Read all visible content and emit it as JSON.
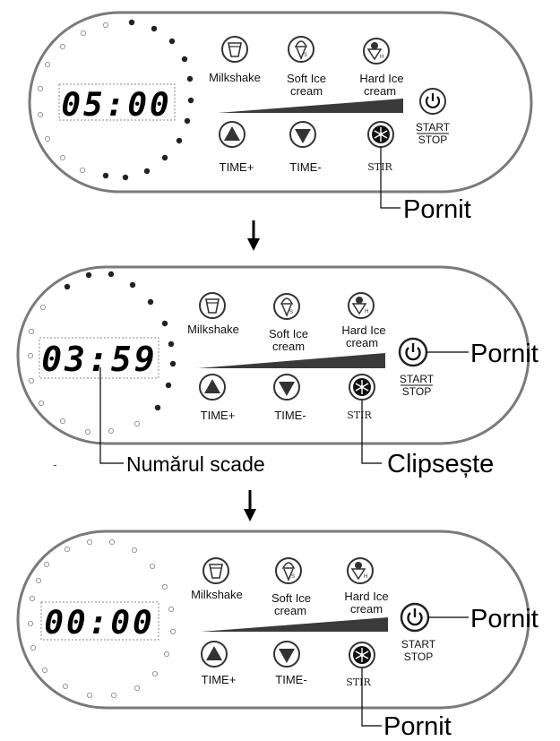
{
  "colors": {
    "outline": "#7a7a7a",
    "dot_on": "#222222",
    "dot_off": "#9a9a9a",
    "text": "#111111"
  },
  "panels": [
    {
      "display": "05:00",
      "labels": {
        "milkshake": "Milkshake",
        "soft_1": "Soft Ice",
        "soft_2": "cream",
        "hard_1": "Hard Ice",
        "hard_2": "cream",
        "time_plus": "TIME+",
        "time_minus": "TIME-",
        "stir": "STIR",
        "start": "START",
        "stop": "STOP"
      },
      "ring_state": "all-lit-right-half"
    },
    {
      "display": "03:59",
      "labels": {
        "milkshake": "Milkshake",
        "soft_1": "Soft Ice",
        "soft_2": "cream",
        "hard_1": "Hard Ice",
        "hard_2": "cream",
        "time_plus": "TIME+",
        "time_minus": "TIME-",
        "stir": "STIR",
        "start": "START",
        "stop": "STOP"
      },
      "ring_state": "partially-lit"
    },
    {
      "display": "00:00",
      "labels": {
        "milkshake": "Milkshake",
        "soft_1": "Soft Ice",
        "soft_2": "cream",
        "hard_1": "Hard Ice",
        "hard_2": "cream",
        "time_plus": "TIME+",
        "time_minus": "TIME-",
        "stir": "STIR",
        "start": "START",
        "stop": "STOP"
      },
      "ring_state": "all-off"
    }
  ],
  "annotations": {
    "p1_stir": "Pornit",
    "p2_power": "Pornit",
    "p2_number": "Numărul scade",
    "p2_stir": "Clipsește",
    "p3_power": "Pornit",
    "p3_stir": "Pornit",
    "stray_mark": "-"
  },
  "icons": [
    "milkshake-icon",
    "soft-ice-cream-icon",
    "hard-ice-cream-icon",
    "power-icon",
    "up-triangle-icon",
    "down-triangle-icon",
    "stir-fan-icon",
    "down-arrow-icon"
  ]
}
